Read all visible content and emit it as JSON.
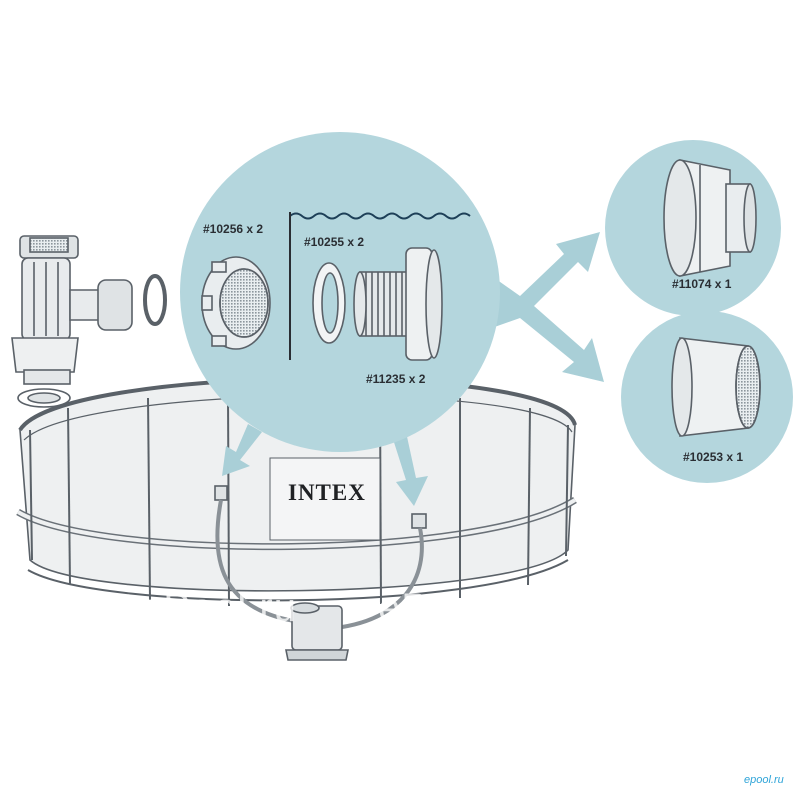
{
  "brand": "INTEX",
  "parts": [
    {
      "label": "#10256 x 2"
    },
    {
      "label": "#10255 x 2"
    },
    {
      "label": "#11235 x 2"
    },
    {
      "label": "#11074 x 1"
    },
    {
      "label": "#10253 x 1"
    }
  ],
  "watermarks": [
    "l.ru",
    "ePool.ru",
    "ePool.ru",
    "ePool.ru"
  ],
  "site_tag": "epool.ru",
  "colors": {
    "bubble": "#b4d6dd",
    "arrow": "#a9cfd7",
    "line": "#5a6168",
    "water": "#1d3f57"
  }
}
